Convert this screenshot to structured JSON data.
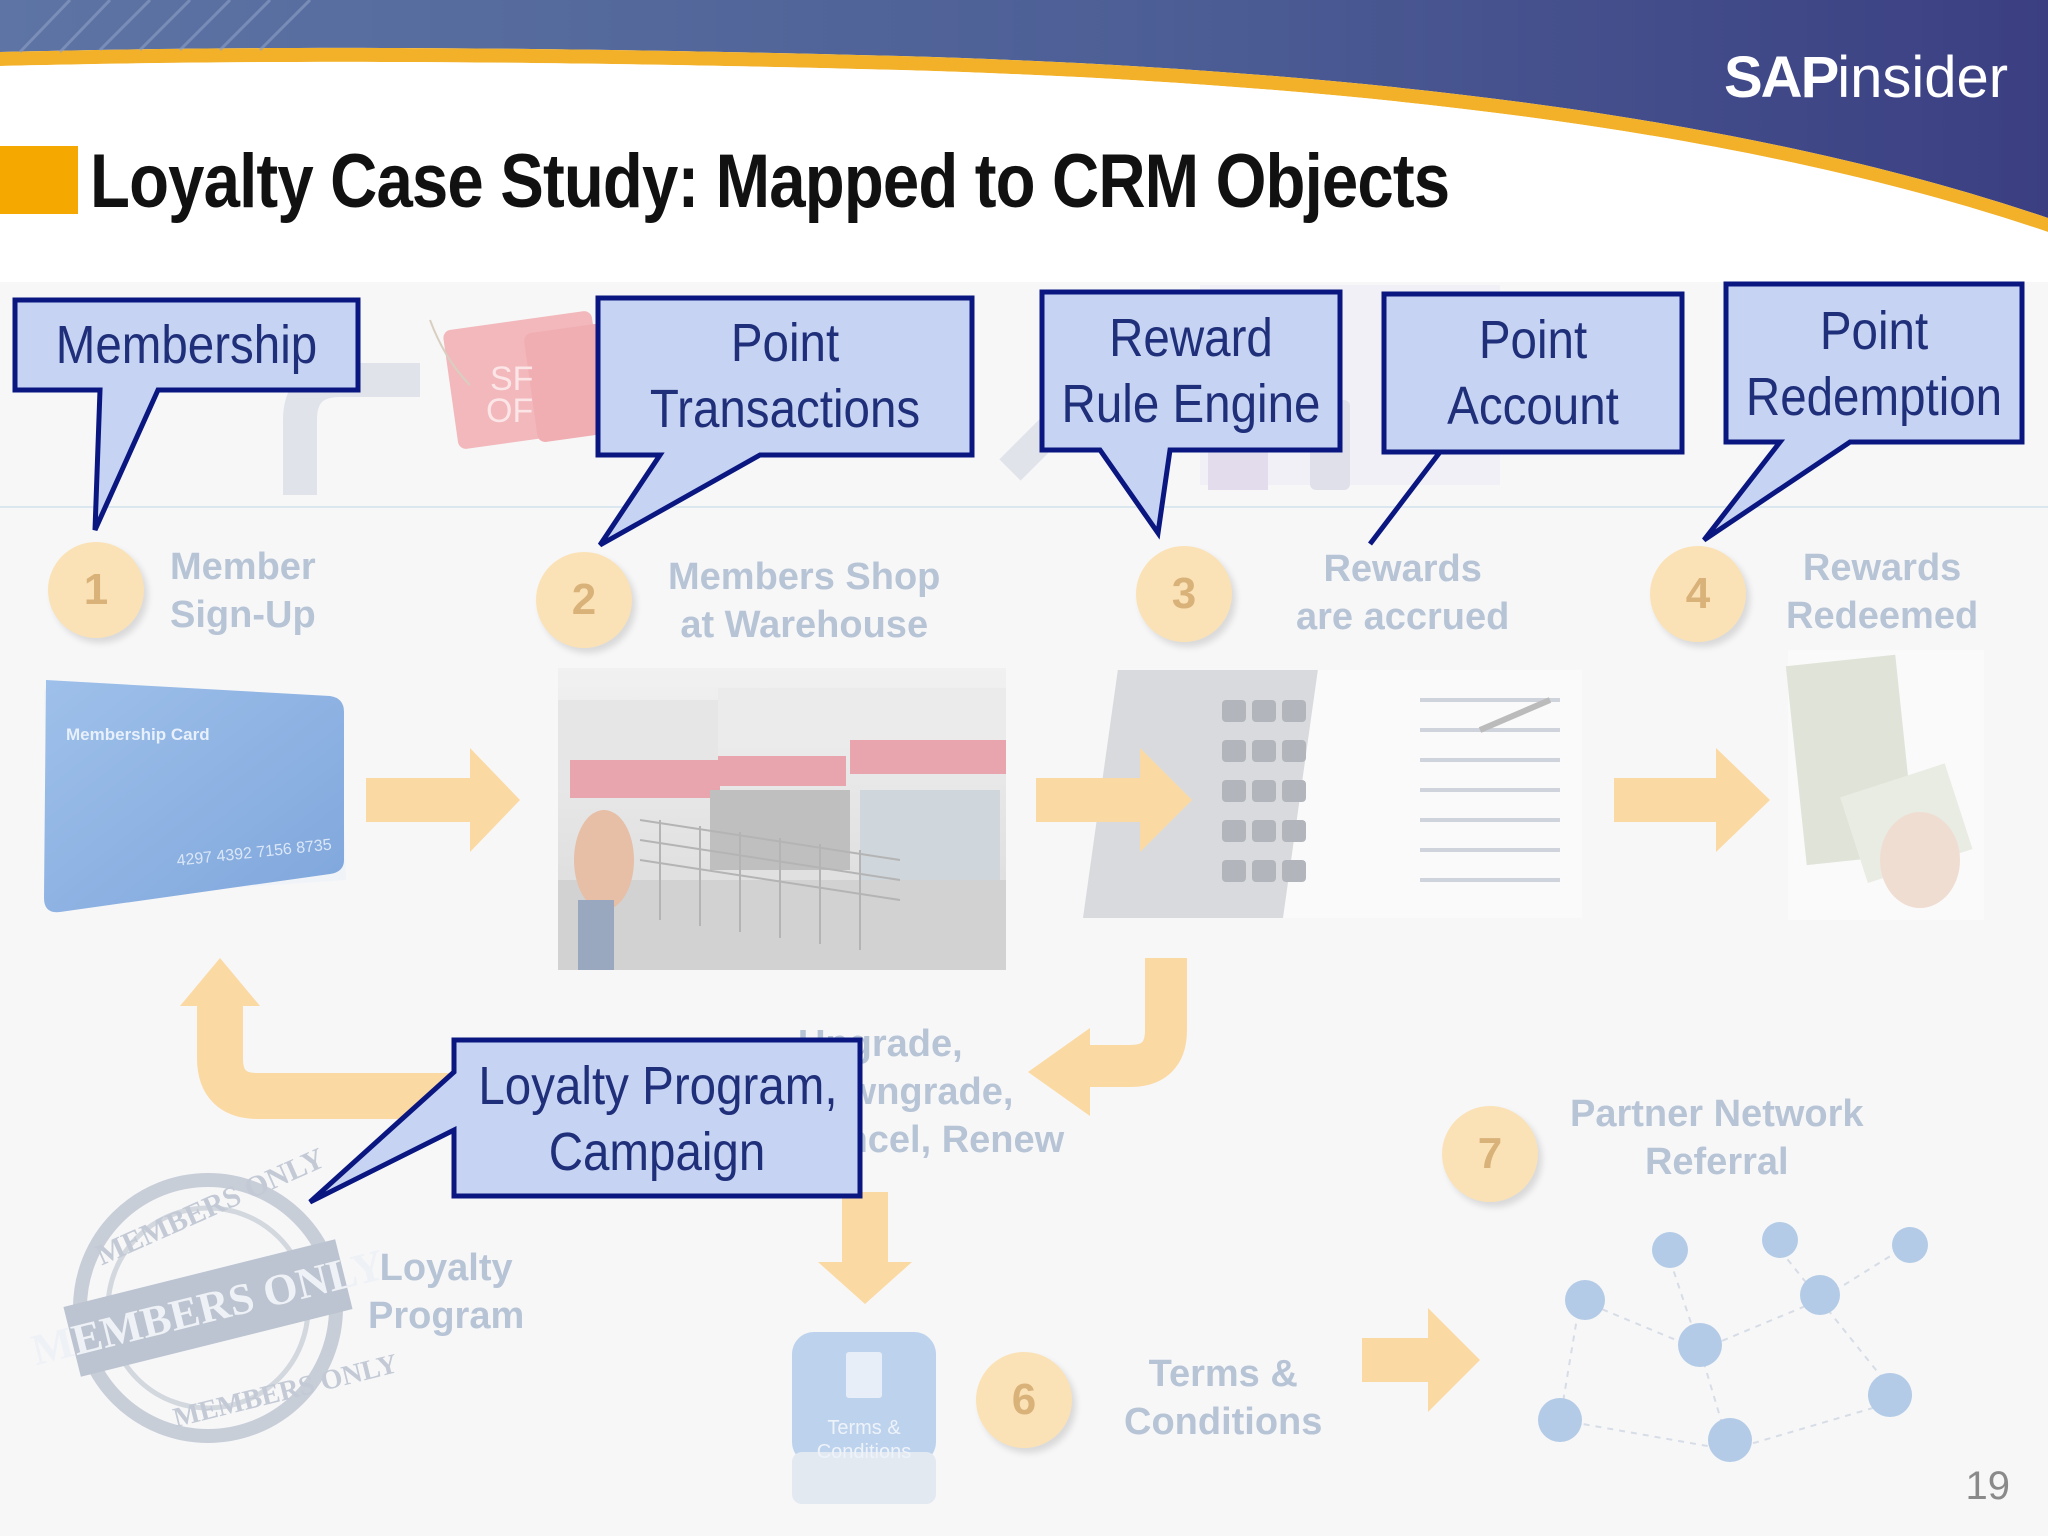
{
  "title": "Loyalty Case Study: Mapped to CRM Objects",
  "logo": {
    "bold": "SAP",
    "light": "insider"
  },
  "steps": [
    {
      "number": "1",
      "label": [
        "Member",
        "Sign-Up"
      ]
    },
    {
      "number": "2",
      "label": [
        "Members Shop",
        "at Warehouse"
      ]
    },
    {
      "number": "3",
      "label": [
        "Rewards",
        "are accrued"
      ]
    },
    {
      "number": "4",
      "label": [
        "Rewards",
        "Redeemed"
      ]
    },
    {
      "number": "6",
      "label": [
        "Terms &",
        "Conditions"
      ]
    },
    {
      "number": "7",
      "label": [
        "Partner Network",
        "Referral"
      ]
    }
  ],
  "loyalty_program_label": [
    "Loyalty",
    "Program"
  ],
  "upgrade_label": [
    "Upgrade,",
    "Downgrade,",
    "Cancel, Renew"
  ],
  "callouts": {
    "membership": [
      "Membership"
    ],
    "point_transactions": [
      "Point",
      "Transactions"
    ],
    "reward_rule_engine": [
      "Reward",
      "Rule Engine"
    ],
    "point_account": [
      "Point",
      "Account"
    ],
    "point_redemption": [
      "Point",
      "Redemption"
    ],
    "loyalty_program_campaign": [
      "Loyalty Program,",
      "Campaign"
    ]
  },
  "membership_card": {
    "label": "Membership Card",
    "number": "4297 4392 7156 8735"
  },
  "sale_tag": {
    "line1": "SF",
    "line2": "OF"
  },
  "terms_icon": {
    "line1": "Terms &",
    "line2": "Conditions"
  },
  "stamp": {
    "outer": "MEMBERS ONLY",
    "center": "MEMBERS ONLY"
  },
  "page_number": "19",
  "colors": {
    "accent": "#f5a800",
    "callout_fill": "#c7d3f2",
    "callout_border": "#0a1780",
    "callout_text": "#1f2f7a",
    "step_fill": "#fbe2b6",
    "step_text": "#d9b27a",
    "label_text": "#b7c4d6",
    "arrow": "#fbd9a3"
  }
}
